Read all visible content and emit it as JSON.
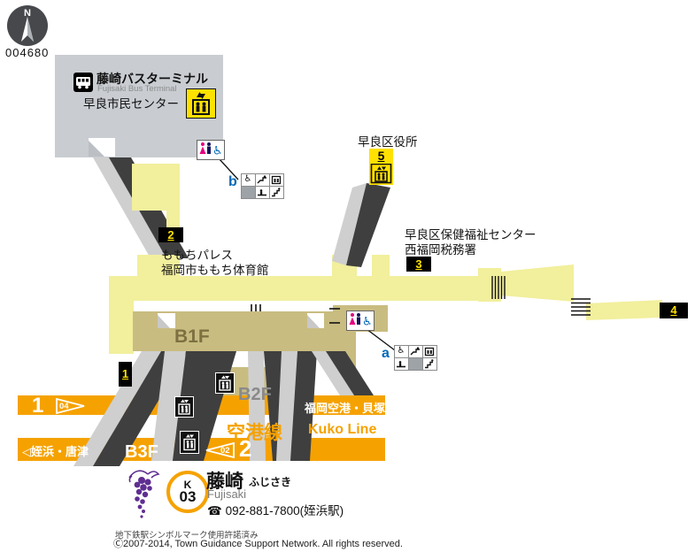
{
  "map_code": "004680",
  "compass_label": "N",
  "bus_terminal": {
    "title": "藤崎バスターミナル",
    "title_en": "Fujisaki Bus Terminal",
    "facility": "早良市民センター"
  },
  "landmarks": {
    "ward_office": "早良区役所",
    "health_center": "早良区保健福祉センター",
    "tax_office": "西福岡税務署",
    "momochi_palace": "ももちパレス",
    "momochi_gym": "福岡市ももち体育館"
  },
  "exits": {
    "e1": "1",
    "e2": "2",
    "e3": "3",
    "e4": "4",
    "e5": "5"
  },
  "entrances": {
    "a": "a",
    "b": "b"
  },
  "floors": {
    "b1f": "B1F",
    "b2f": "B2F",
    "b3f": "B3F"
  },
  "line": {
    "name_jp": "空港線",
    "name_en": "Kuko Line",
    "platform1": {
      "number": "1",
      "stop_flag": "04",
      "direction": "福岡空港・貝塚▶"
    },
    "platform2": {
      "number": "2",
      "stop_flag": "02",
      "direction": "◁姪浜・唐津"
    }
  },
  "station": {
    "symbol_letter": "K",
    "number": "03",
    "name_jp": "藤崎",
    "name_kana": "ふじさき",
    "name_en": "Fujisaki",
    "phone": "☎ 092-881-7800(姪浜駅)"
  },
  "footer": {
    "license": "地下鉄駅シンボルマーク使用許諾済み",
    "copyright": "Ⓒ2007-2014, Town Guidance Support Network. All rights reserved."
  },
  "colors": {
    "line_orange": "#F5A200",
    "corridor_yellow": "#F2EF9D",
    "hall_khaki": "#C9BC80",
    "building_gray": "#C9CDD2",
    "exit_yellow": "#FFE100",
    "band_dark": "#3F3F3F",
    "band_light": "#CFCFCF",
    "toilet_pink": "#E4007F",
    "toilet_blue": "#0068B7",
    "symbol_purple": "#5F2E91"
  }
}
